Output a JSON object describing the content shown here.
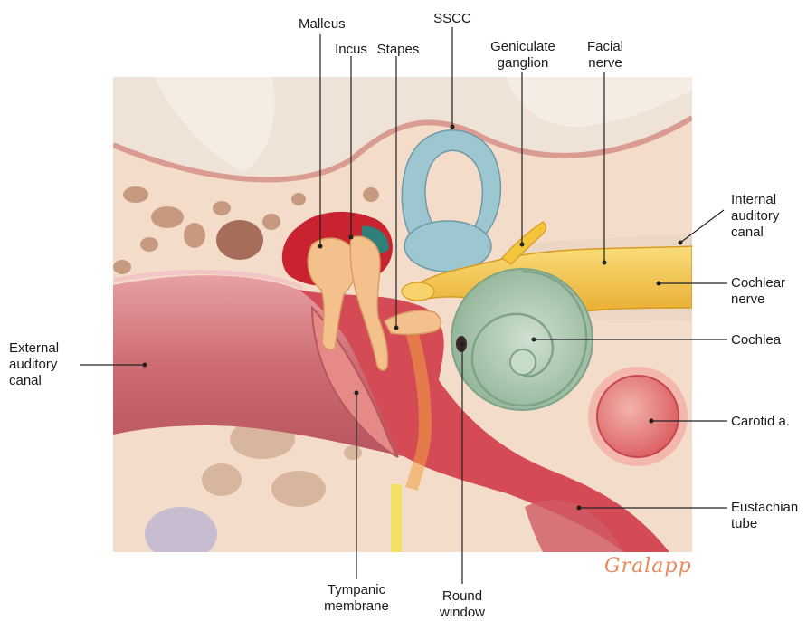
{
  "labels": {
    "malleus": "Malleus",
    "incus": "Incus",
    "stapes": "Stapes",
    "sscc": "SSCC",
    "geniculate_ganglion": "Geniculate\nganglion",
    "facial_nerve": "Facial\nnerve",
    "internal_auditory_canal": "Internal\nauditory\ncanal",
    "cochlear_nerve": "Cochlear\nnerve",
    "cochlea": "Cochlea",
    "carotid": "Carotid a.",
    "eustachian_tube": "Eustachian\ntube",
    "external_auditory_canal": "External\nauditory\ncanal",
    "tympanic_membrane": "Tympanic\nmembrane",
    "round_window": "Round\nwindow"
  },
  "signature": "Gralapp",
  "colors": {
    "bone": "#f4dccb",
    "dura": "#ecd7c4",
    "canal_pink": "#c9636b",
    "middle_ear_red": "#d44a55",
    "ossicle": "#f4c08c",
    "nerve_yellow": "#f2c53a",
    "sscc_blue": "#9cc6d0",
    "cochlea_green": "#a9c7ad",
    "carotid": "#e47a78",
    "mucosa_dark_red": "#c8232f"
  }
}
